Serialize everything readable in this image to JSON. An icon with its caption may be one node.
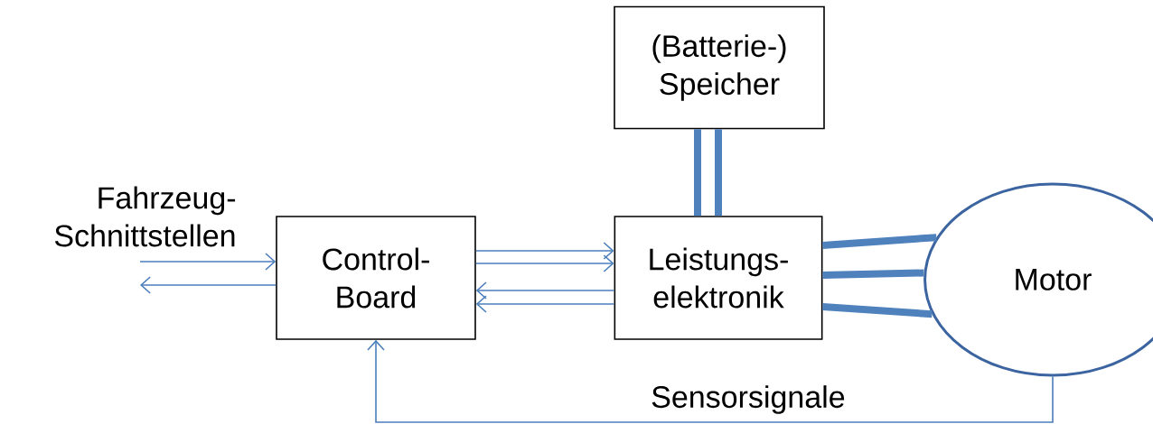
{
  "diagram": {
    "nodes": [
      {
        "text": [
          "Control- Board"
        ]
      },
      {
        "text": [
          "Leistungs- elektronik"
        ]
      },
      {
        "text": [
          "(Batterie-) Speicher"
        ]
      },
      {
        "text": [
          "Motor"
        ]
      }
    ],
    "edges": [
      {
        "from": null,
        "to": 0,
        "arrow": "to"
      },
      {
        "from": 0,
        "to": null,
        "arrow": "to"
      },
      {
        "from": 0,
        "to": 1,
        "arrow": "to"
      },
      {
        "from": 0,
        "to": 1,
        "arrow": "to"
      },
      {
        "from": 1,
        "to": 0,
        "arrow": "to"
      },
      {
        "from": 1,
        "to": 0,
        "arrow": "to"
      },
      {
        "from": 2,
        "to": 1,
        "arrow": "none",
        "style": "thick"
      },
      {
        "from": 2,
        "to": 1,
        "arrow": "none",
        "style": "thick"
      },
      {
        "from": 1,
        "to": 3,
        "arrow": "none",
        "style": "thick"
      },
      {
        "from": 1,
        "to": 3,
        "arrow": "none",
        "style": "thick"
      },
      {
        "from": 1,
        "to": 3,
        "arrow": "none",
        "style": "thick"
      },
      {
        "from": 3,
        "to": 0,
        "arrow": "to",
        "label": "Sensorsignale"
      }
    ],
    "labels": [
      "Fahrzeug- Schnittstellen"
    ]
  }
}
